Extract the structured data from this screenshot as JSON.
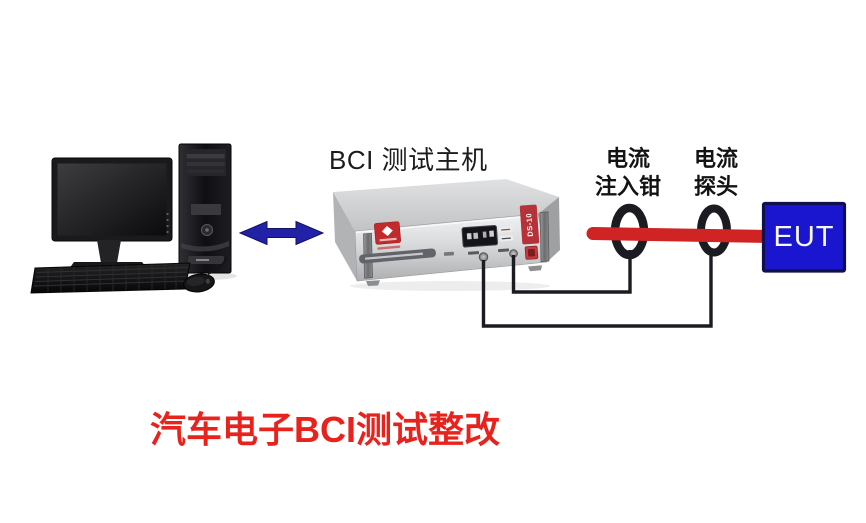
{
  "title": {
    "text": "汽车电子BCI测试整改",
    "color": "#e8231e"
  },
  "diagram": {
    "host_label": "BCI 测试主机",
    "injection_clamp": {
      "line1": "电流",
      "line2": "注入钳"
    },
    "current_probe": {
      "line1": "电流",
      "line2": "探头"
    },
    "eut_label": "EUT",
    "instrument_model": "DS-10"
  },
  "components": {
    "computer": "control-pc-workstation",
    "link": "bidirectional-arrow",
    "instrument": "bci-test-host-chassis",
    "injection_clamp": "current-injection-clamp-ring",
    "current_probe": "current-probe-ring",
    "cable": "eut-harness-cable",
    "eut": "equipment-under-test-box"
  },
  "colors": {
    "background": "#ffffff",
    "title_red": "#e8231e",
    "cable_red": "#d02424",
    "eut_blue": "#1a16d0",
    "eut_border": "#10104e",
    "arrow_blue": "#2222a8",
    "wire_black": "#1b1b22",
    "label_black": "#131313",
    "badge_red": "#b53238"
  }
}
